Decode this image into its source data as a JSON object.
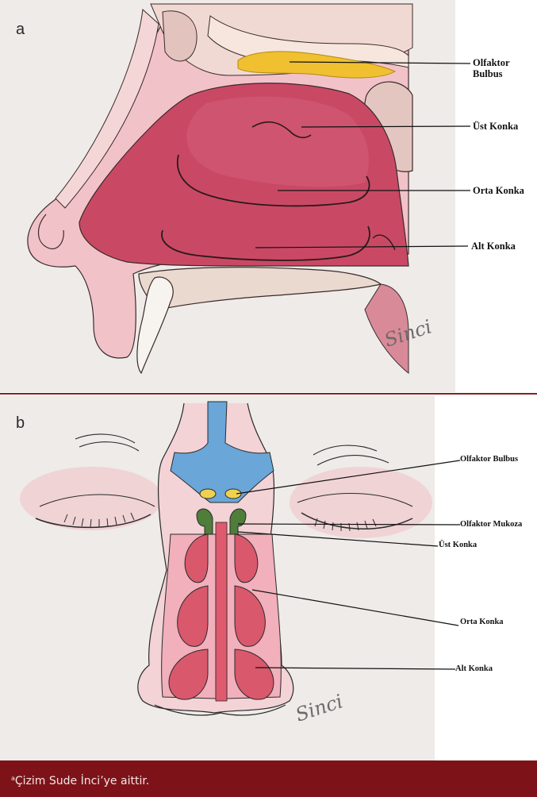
{
  "panel_a": {
    "letter": "a",
    "labels": {
      "olfactory_bulb_line1": "Olfaktor",
      "olfactory_bulb_line2": "Bulbus",
      "superior_concha": "Üst Konka",
      "middle_concha": "Orta Konka",
      "inferior_concha": "Alt Konka"
    },
    "signature": "Sinci"
  },
  "panel_b": {
    "letter": "b",
    "labels": {
      "olfactory_bulb": "Olfaktor Bulbus",
      "olfactory_mucosa": "Olfaktor Mukoza",
      "superior_concha": "Üst Konka",
      "middle_concha": "Orta Konka",
      "inferior_concha": "Alt Konka"
    },
    "signature": "Sinci"
  },
  "caption": {
    "marker": "a",
    "text": "Çizim Sude İnci’ye aittir."
  },
  "colors": {
    "paper": "#efecea",
    "mucosa_red": "#c43c59",
    "pink": "#e8a0ae",
    "bone": "#ead9cf",
    "olfactory_yellow": "#f0c030",
    "blue": "#6aa6d8",
    "green": "#4f7d3a",
    "caption_bg": "#7d1319"
  }
}
